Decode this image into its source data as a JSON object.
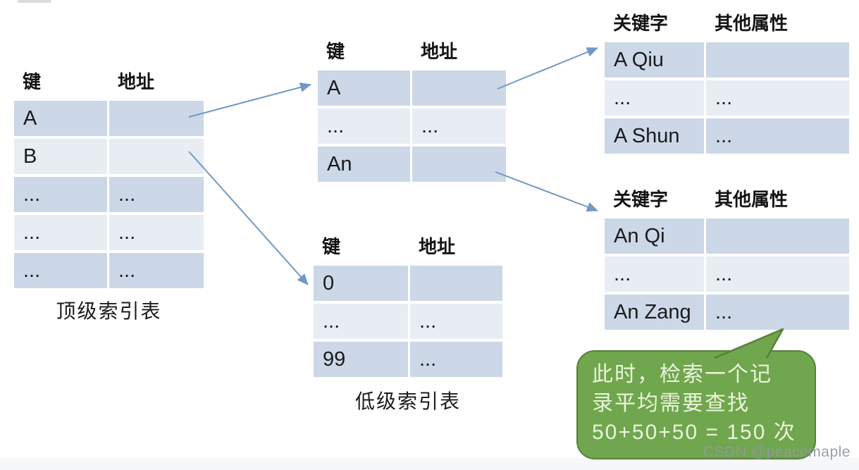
{
  "colors": {
    "row_dark": "#CCD7E7",
    "row_light": "#E8EDF4",
    "arrow": "#7298C5",
    "callout_fill": "#70A64D",
    "callout_border": "#55813A",
    "callout_text": "#EAF5DC"
  },
  "tables": {
    "top_level": {
      "headers": [
        "键",
        "地址"
      ],
      "rows": [
        [
          "A",
          ""
        ],
        [
          "B",
          ""
        ],
        [
          "...",
          "..."
        ],
        [
          "...",
          "..."
        ],
        [
          "...",
          "..."
        ]
      ],
      "caption": "顶级索引表"
    },
    "second_level": {
      "headers": [
        "键",
        "地址"
      ],
      "rows": [
        [
          "A",
          ""
        ],
        [
          "...",
          "..."
        ],
        [
          "An",
          ""
        ]
      ]
    },
    "low_level": {
      "headers": [
        "键",
        "地址"
      ],
      "rows": [
        [
          "0",
          ""
        ],
        [
          "...",
          "..."
        ],
        [
          "99",
          "..."
        ]
      ],
      "caption": "低级索引表"
    },
    "records_a": {
      "headers": [
        "关键字",
        "其他属性"
      ],
      "rows": [
        [
          "A Qiu",
          ""
        ],
        [
          "...",
          "..."
        ],
        [
          "A Shun",
          "..."
        ]
      ]
    },
    "records_an": {
      "headers": [
        "关键字",
        "其他属性"
      ],
      "rows": [
        [
          "An Qi",
          ""
        ],
        [
          "...",
          "..."
        ],
        [
          "An Zang",
          "..."
        ]
      ]
    }
  },
  "callout": {
    "lines": [
      "此时，检索一个记",
      "录平均需要查找",
      "50+50+50 = 150 次"
    ]
  },
  "watermark": "CSDN @peacemaple"
}
